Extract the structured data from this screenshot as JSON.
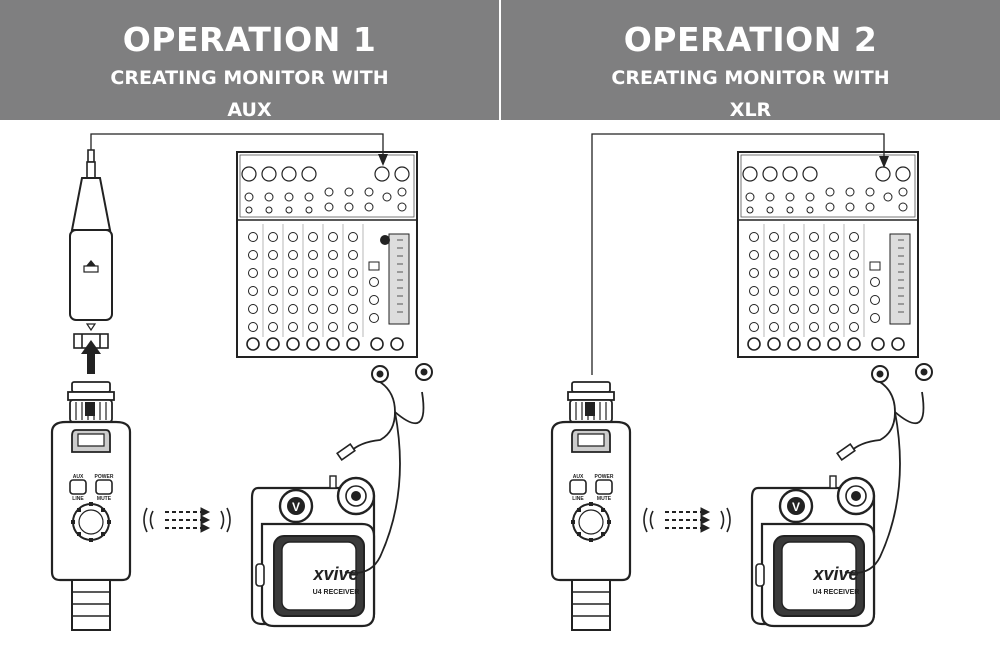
{
  "panels": [
    {
      "title": "OPERATION 1",
      "subtitle_line1": "CREATING MONITOR WITH",
      "subtitle_line2": "AUX"
    },
    {
      "title": "OPERATION 2",
      "subtitle_line1": "CREATING MONITOR WITH",
      "subtitle_line2": "XLR"
    }
  ],
  "transmitter_labels": {
    "aux": "AUX",
    "power": "POWER",
    "line": "LINE",
    "mute": "MUTE"
  },
  "receiver_labels": {
    "brand": "xvive",
    "model": "U4 RECEIVER"
  },
  "colors": {
    "header_bg": "#7f7f80",
    "header_text": "#ffffff",
    "line_art": "#222222"
  }
}
